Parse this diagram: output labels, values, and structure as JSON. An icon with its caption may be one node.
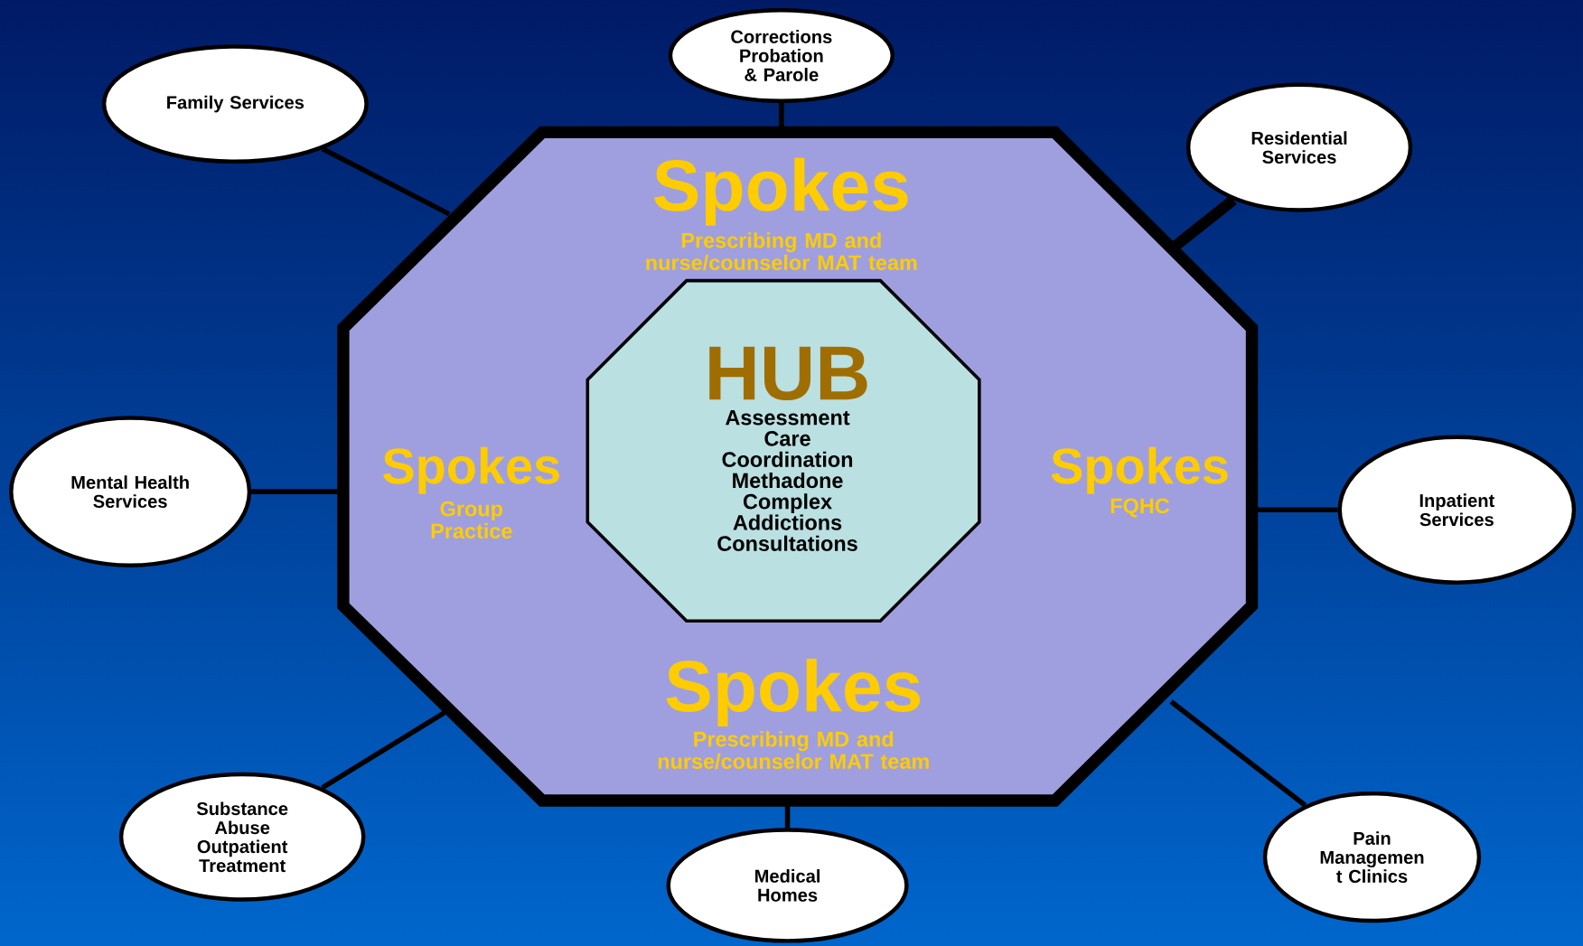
{
  "diagram": {
    "nodes": [
      {
        "text": [
          "Spokes",
          "Prescribing MD and nurse/counselor MAT team",
          "Spokes",
          "Group Practice",
          "Spokes",
          "FQHC",
          "Spokes",
          "Prescribing MD and nurse/counselor MAT team"
        ]
      },
      {
        "text": [
          "HUB",
          "Assessment Care Coordination Methadone Complex Addictions Consultations"
        ],
        "in": 0
      },
      {
        "text": [
          "Family Services"
        ]
      },
      {
        "text": [
          "Corrections Probation & Parole"
        ]
      },
      {
        "text": [
          "Residential Services"
        ]
      },
      {
        "text": [
          "Mental Health Services"
        ]
      },
      {
        "text": [
          "Inpatient Services"
        ]
      },
      {
        "text": [
          "Substance Abuse Outpatient Treatment"
        ]
      },
      {
        "text": [
          "Medical Homes"
        ]
      },
      {
        "text": [
          "Pain Managemen t Clinics"
        ]
      }
    ],
    "edges": [
      {
        "from": 2,
        "to": 0,
        "arrow": "none"
      },
      {
        "from": 3,
        "to": 0,
        "arrow": "none"
      },
      {
        "from": 4,
        "to": 0,
        "arrow": "none",
        "style": "thick"
      },
      {
        "from": 5,
        "to": 0,
        "arrow": "none"
      },
      {
        "from": 6,
        "to": 0,
        "arrow": "none"
      },
      {
        "from": 7,
        "to": 0,
        "arrow": "none"
      },
      {
        "from": 8,
        "to": 0,
        "arrow": "none"
      },
      {
        "from": 9,
        "to": 0,
        "arrow": "none"
      }
    ]
  }
}
